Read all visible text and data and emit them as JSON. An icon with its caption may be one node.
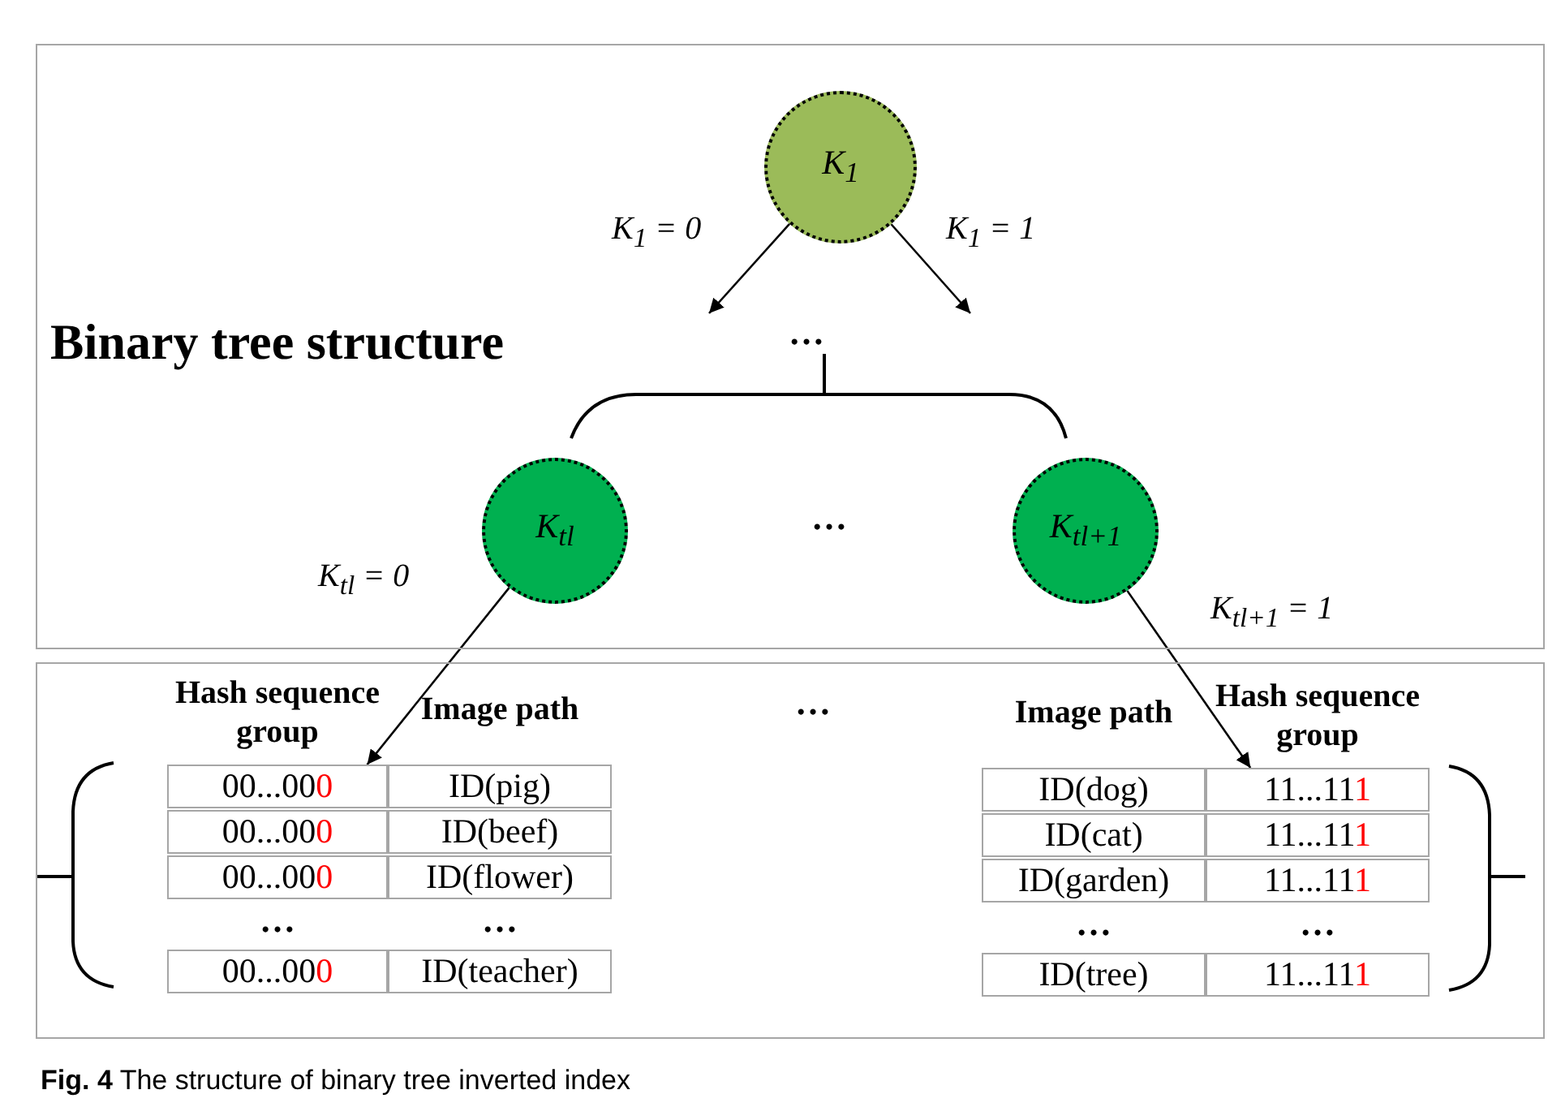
{
  "diagram": {
    "caption": "**Fig. 4** The structure of binary tree inverted index",
    "nodes": [
      {
        "text": [
          "Binary tree structure"
        ]
      },
      {
        "text": [
          "K$_{1}$"
        ],
        "in": 0
      },
      {
        "text": [
          "K$_{tl}$"
        ],
        "in": 0
      },
      {
        "text": [
          "K$_{tl+1}$"
        ],
        "in": 0
      },
      {
        "text": [],
        "shape": "box"
      },
      {
        "text": [
          "Hash sequence group",
          "Image path",
          "00...000",
          "ID(pig)",
          "00...000",
          "ID(beef)",
          "00...000",
          "ID(flower)",
          "…",
          "…",
          "00...000",
          "ID(teacher)"
        ],
        "in": 4
      },
      {
        "text": [
          "Image path",
          "Hash sequence group",
          "ID(dog)",
          "11...111",
          "ID(cat)",
          "11...111",
          "ID(garden)",
          "11...111",
          "…",
          "…",
          "ID(tree)",
          "11...111"
        ],
        "in": 4
      }
    ],
    "edges": [
      {
        "from": 1,
        "to": null,
        "arrow": "to",
        "label": "K$_{1}$ = 0"
      },
      {
        "from": 1,
        "to": null,
        "arrow": "to",
        "label": "K$_{1}$ = 1"
      },
      {
        "from": 2,
        "to": 5,
        "arrow": "to",
        "label": "K$_{tl}$ = 0"
      },
      {
        "from": 3,
        "to": 6,
        "arrow": "to",
        "label": "K$_{tl+1}$ = 1"
      }
    ],
    "labels": [
      "…",
      "…",
      "…"
    ]
  }
}
